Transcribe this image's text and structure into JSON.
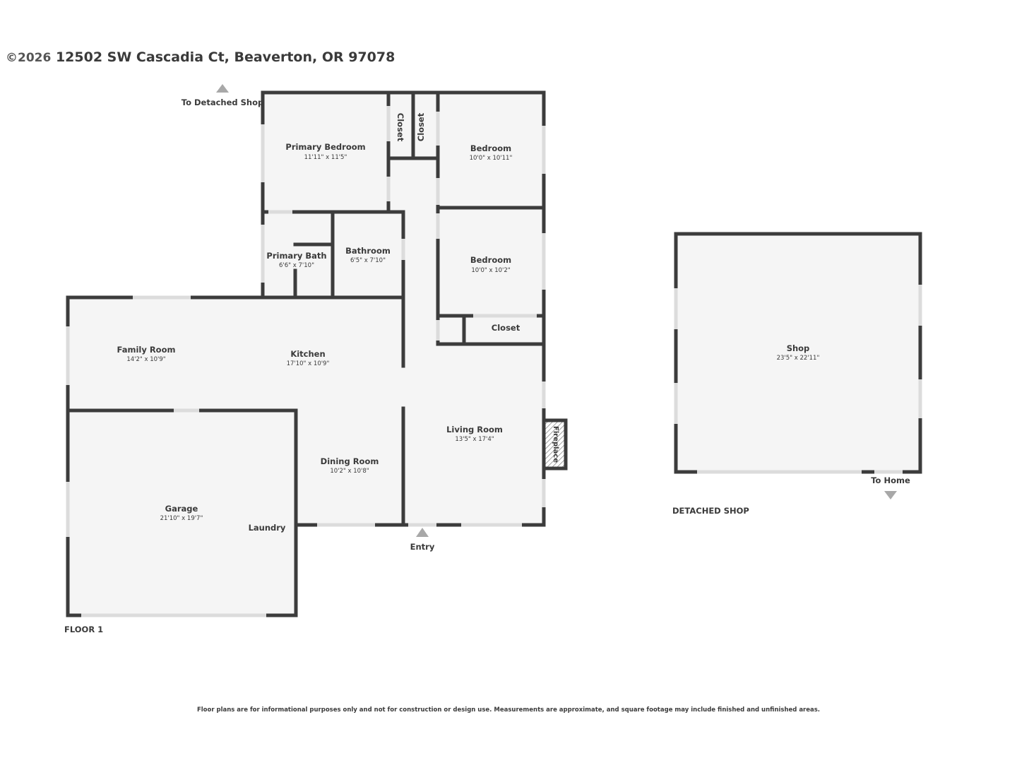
{
  "header": {
    "watermark": "©2026",
    "address": "12502 SW Cascadia Ct, Beaverton, OR 97078"
  },
  "rooms": {
    "primary_bedroom": {
      "name": "Primary Bedroom",
      "dim": "11'11\" x 11'5\""
    },
    "closet_1": {
      "name": "Closet"
    },
    "closet_2": {
      "name": "Closet"
    },
    "bedroom_1": {
      "name": "Bedroom",
      "dim": "10'0\" x 10'11\""
    },
    "primary_bath": {
      "name": "Primary Bath",
      "dim": "6'6\" x 7'10\""
    },
    "bathroom": {
      "name": "Bathroom",
      "dim": "6'5\" x 7'10\""
    },
    "bedroom_2": {
      "name": "Bedroom",
      "dim": "10'0\" x 10'2\""
    },
    "closet_3": {
      "name": "Closet"
    },
    "family_room": {
      "name": "Family Room",
      "dim": "14'2\" x 10'9\""
    },
    "kitchen": {
      "name": "Kitchen",
      "dim": "17'10\" x 10'9\""
    },
    "living_room": {
      "name": "Living Room",
      "dim": "13'5\" x 17'4\""
    },
    "fireplace": {
      "name": "Fireplace"
    },
    "dining_room": {
      "name": "Dining Room",
      "dim": "10'2\" x 10'8\""
    },
    "garage": {
      "name": "Garage",
      "dim": "21'10\" x 19'7\""
    },
    "laundry": {
      "name": "Laundry"
    },
    "shop": {
      "name": "Shop",
      "dim": "23'5\" x 22'11\""
    }
  },
  "labels": {
    "to_detached_shop": "To Detached Shop",
    "entry": "Entry",
    "to_home": "To Home",
    "floor_1": "FLOOR 1",
    "detached_shop": "DETACHED SHOP"
  },
  "disclaimer": "Floor plans are for informational purposes only and not for construction or design use. Measurements are approximate, and square footage may include finished and unfinished areas."
}
